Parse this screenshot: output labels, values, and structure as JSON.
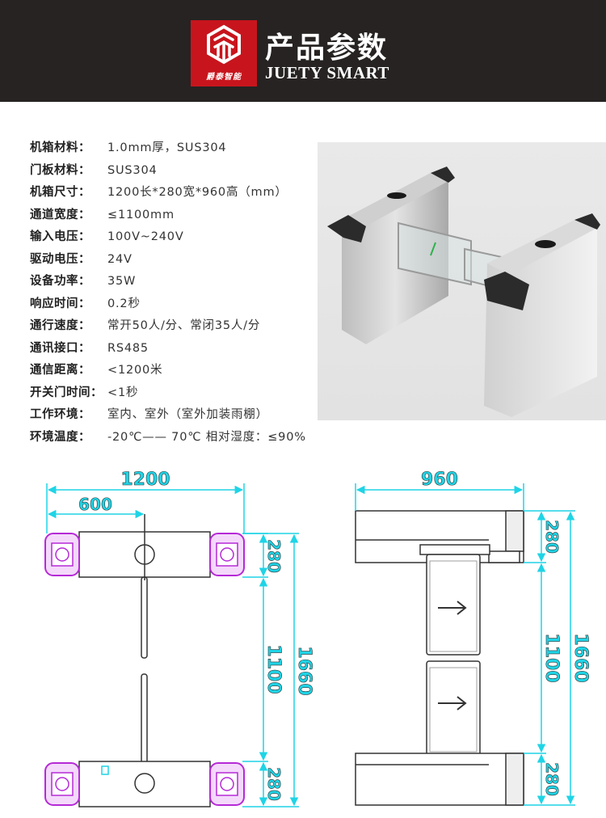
{
  "header": {
    "logo_text": "爵泰智能",
    "title": "产品参数",
    "subtitle": "JUETY SMART"
  },
  "specs": [
    {
      "label": "机箱材料：",
      "value": "1.0mm厚，SUS304"
    },
    {
      "label": "门板材料：",
      "value": "SUS304"
    },
    {
      "label": "机箱尺寸：",
      "value": "1200长*280宽*960高（mm）"
    },
    {
      "label": "通道宽度：",
      "value": "≤1100mm"
    },
    {
      "label": "输入电压：",
      "value": "100V~240V"
    },
    {
      "label": "驱动电压：",
      "value": "24V"
    },
    {
      "label": "设备功率：",
      "value": "35W"
    },
    {
      "label": "响应时间：",
      "value": "0.2秒"
    },
    {
      "label": "通行速度：",
      "value": "常开50人/分、常闭35人/分"
    },
    {
      "label": "通讯接口：",
      "value": "RS485"
    },
    {
      "label": "通信距离：",
      "value": "<1200米"
    },
    {
      "label": "开关门时间：",
      "value": "<1秒"
    },
    {
      "label": "工作环境：",
      "value": "室内、室外（室外加装雨棚）"
    },
    {
      "label": "环境温度：",
      "value": "-20℃—— 70℃ 相对湿度：≤90%"
    }
  ],
  "drawing": {
    "top_view": {
      "total_width": "1200",
      "half_width": "600",
      "cabinet_depth_top": "280",
      "passage_width": "1100",
      "total_length": "1660",
      "cabinet_depth_bottom": "280"
    },
    "side_view": {
      "height": "960",
      "cabinet_depth_top": "280",
      "passage_width": "1100",
      "total_length": "1660",
      "cabinet_depth_bottom": "280"
    }
  },
  "colors": {
    "header_bg": "#262322",
    "logo_red": "#c8151d",
    "dimension_cyan": "#1fd4e6",
    "sensor_magenta": "#b52ad6"
  }
}
